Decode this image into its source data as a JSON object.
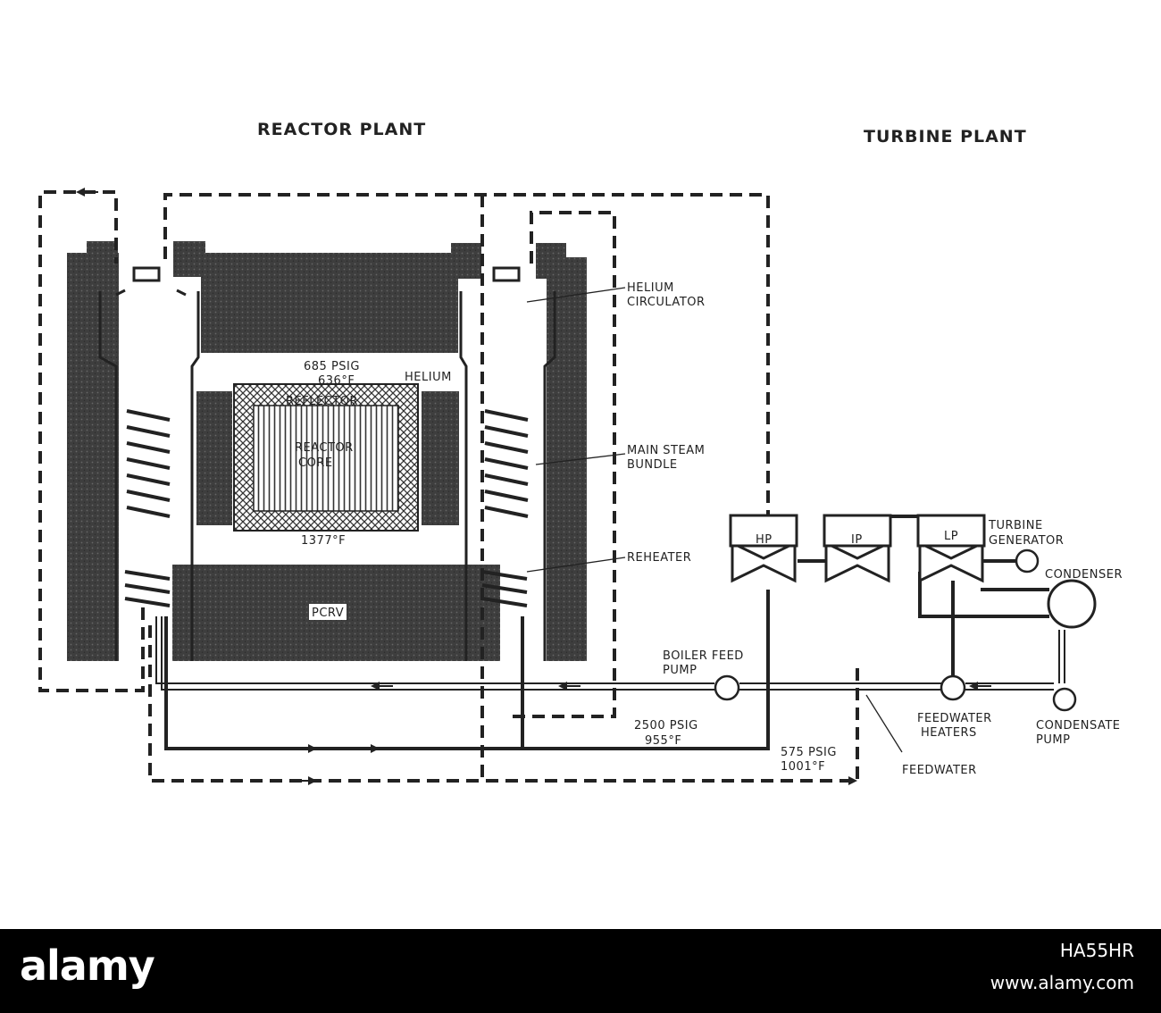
{
  "headings": {
    "reactor_plant": "REACTOR PLANT",
    "turbine_plant": "TURBINE PLANT"
  },
  "labels": {
    "helium_circulator_1": "HELIUM",
    "helium_circulator_2": "CIRCULATOR",
    "pressure_top": "685 PSIG",
    "temp_top": "636°F",
    "helium": "HELIUM",
    "reflector": "REFLECTOR",
    "reactor_core_1": "REACTOR",
    "reactor_core_2": "CORE",
    "main_steam_1": "MAIN STEAM",
    "main_steam_2": "BUNDLE",
    "temp_bottom": "1377°F",
    "reheater": "REHEATER",
    "pcrv": "PCRV",
    "hp": "HP",
    "ip": "IP",
    "lp": "LP",
    "turbine_gen_1": "TURBINE",
    "turbine_gen_2": "GENERATOR",
    "condenser": "CONDENSER",
    "boiler_feed_1": "BOILER FEED",
    "boiler_feed_2": "PUMP",
    "steam_pressure": "2500 PSIG",
    "steam_temp": "955°F",
    "reheat_pressure": "575 PSIG",
    "reheat_temp": "1001°F",
    "feedwater_heaters_1": "FEEDWATER",
    "feedwater_heaters_2": "HEATERS",
    "condensate_1": "CONDENSATE",
    "condensate_2": "PUMP",
    "feedwater": "FEEDWATER"
  },
  "footer": {
    "brand": "alamy",
    "image_id": "HA55HR",
    "site": "www.alamy.com"
  },
  "colors": {
    "concrete": "#4a4a4a",
    "line": "#222222",
    "footer_bg": "#000000"
  }
}
